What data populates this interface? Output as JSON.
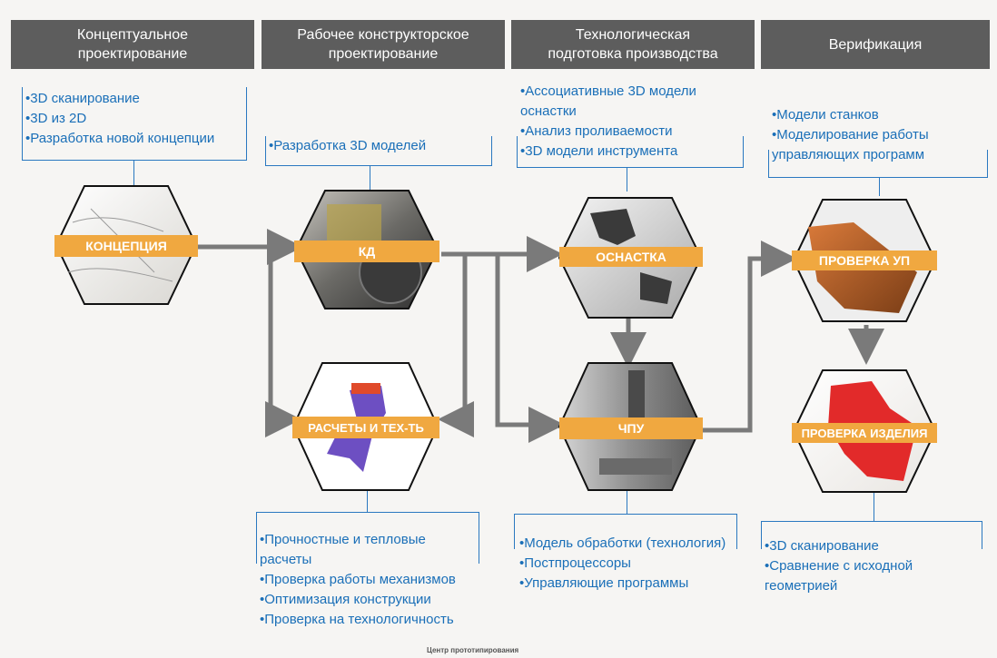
{
  "stages": [
    {
      "header": "Концептуальное\nпроектирование"
    },
    {
      "header": "Рабочее конструкторское\nпроектирование"
    },
    {
      "header": "Технологическая\nподготовка производства"
    },
    {
      "header": "Верификация"
    }
  ],
  "top_bullets": {
    "concept": [
      "•3D сканирование",
      "•3D из 2D",
      "•Разработка новой концепции"
    ],
    "design": [
      "•Разработка 3D моделей"
    ],
    "tech": [
      "•Ассоциативные 3D модели",
      "оснастки",
      "•Анализ проливаемости",
      "•3D модели инструмента"
    ],
    "verify": [
      "•Модели станков",
      "•Моделирование работы",
      "управляющих программ"
    ]
  },
  "bottom_bullets": {
    "calc": [
      "•Прочностные и тепловые",
      "расчеты",
      "•Проверка работы механизмов",
      "•Оптимизация конструкции",
      "•Проверка на технологичность"
    ],
    "cnc": [
      "•Модель обработки (технология)",
      "•Постпроцессоры",
      "•Управляющие программы"
    ],
    "product": [
      "•3D сканирование",
      "•Сравнение с исходной",
      "геометрией"
    ]
  },
  "nodes": {
    "concept": "КОНЦЕПЦИЯ",
    "kd": "КД",
    "calc": "РАСЧЕТЫ И ТЕХ-ТЬ",
    "tooling": "ОСНАСТКА",
    "cnc": "ЧПУ",
    "check_up": "ПРОВЕРКА УП",
    "check_product": "ПРОВЕРКА ИЗДЕЛИЯ"
  },
  "footer": "Центр прототипирования",
  "colors": {
    "header_bg": "#5d5d5d",
    "bullet_text": "#1a6fb8",
    "banner": "#f0a840",
    "arrow": "#7a7a7a"
  }
}
